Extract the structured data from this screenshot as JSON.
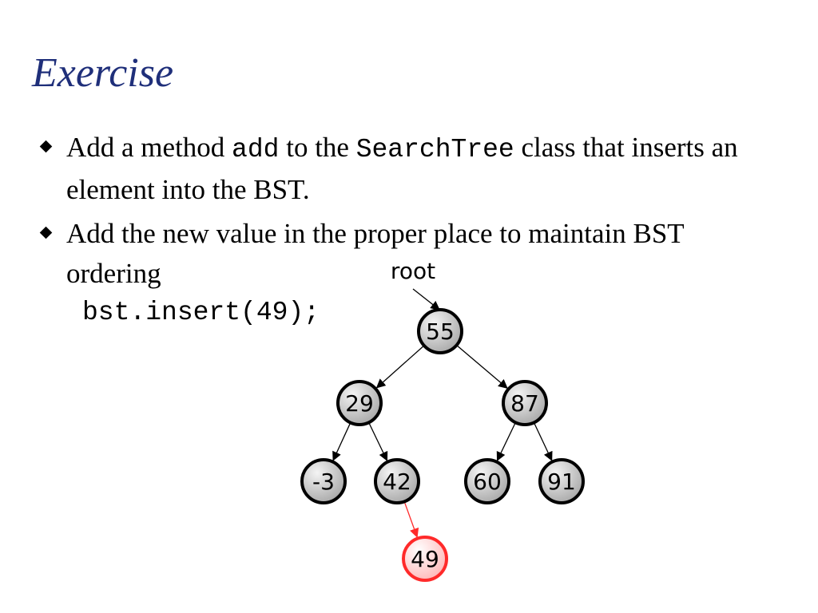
{
  "slide": {
    "title": "Exercise",
    "bullets": [
      {
        "parts": [
          "Add a method ",
          "add",
          " to the ",
          "SearchTree",
          " class that inserts an element into the BST."
        ]
      },
      {
        "text": "Add the new value in the proper place to maintain BST ordering"
      }
    ],
    "code": "bst.insert(49);"
  },
  "tree": {
    "root_label": "root",
    "nodes": [
      {
        "id": "55",
        "label": "55",
        "highlight": false
      },
      {
        "id": "29",
        "label": "29",
        "highlight": false
      },
      {
        "id": "87",
        "label": "87",
        "highlight": false
      },
      {
        "id": "-3",
        "label": "-3",
        "highlight": false
      },
      {
        "id": "42",
        "label": "42",
        "highlight": false
      },
      {
        "id": "60",
        "label": "60",
        "highlight": false
      },
      {
        "id": "91",
        "label": "91",
        "highlight": false
      },
      {
        "id": "49",
        "label": "49",
        "highlight": true
      }
    ],
    "edges": [
      {
        "from": "55",
        "to": "29"
      },
      {
        "from": "55",
        "to": "87"
      },
      {
        "from": "29",
        "to": "-3"
      },
      {
        "from": "29",
        "to": "42"
      },
      {
        "from": "87",
        "to": "60"
      },
      {
        "from": "87",
        "to": "91"
      },
      {
        "from": "42",
        "to": "49",
        "highlight": true
      }
    ],
    "colors": {
      "node_fill_light": "#f2f2f2",
      "node_fill_dark": "#a8a8a8",
      "highlight_stroke": "#ff2a2a",
      "highlight_fill": "#ffd6d6",
      "title": "#1f2f7a"
    }
  }
}
